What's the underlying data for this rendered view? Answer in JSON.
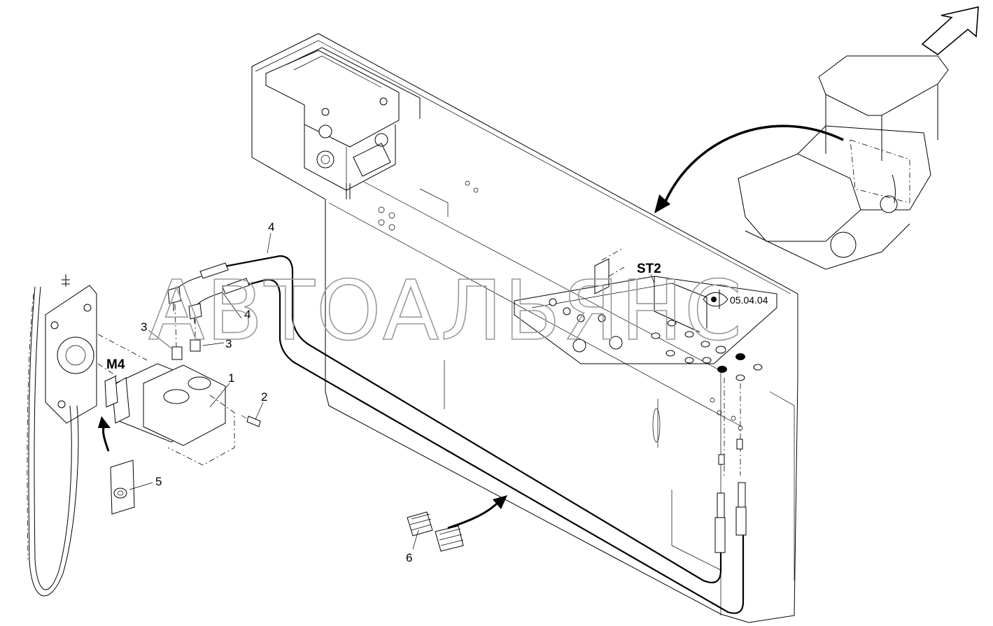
{
  "watermark": "АВТОАЛЬЯНС",
  "reference": "05.04.04",
  "component_labels": {
    "motor": "M4",
    "valve_block": "ST2"
  },
  "part_numbers": {
    "part_1": "1",
    "part_2": "2",
    "part_3_left": "3",
    "part_3_right": "3",
    "part_4_upper": "4",
    "part_4_lower": "4",
    "part_5": "5",
    "part_6": "6"
  }
}
